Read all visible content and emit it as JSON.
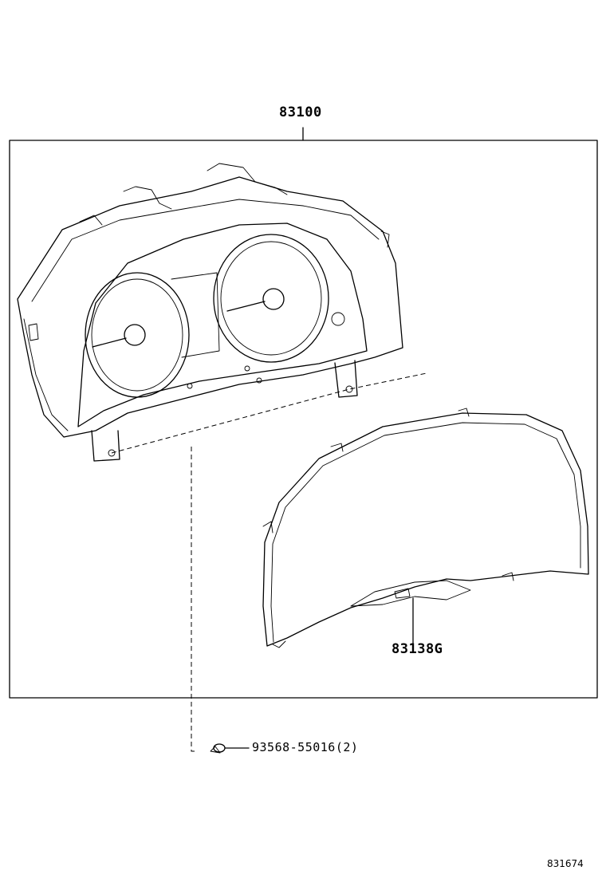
{
  "labels": {
    "assembly": "83100",
    "glass": "83138G",
    "screw": "93568-55016(2)",
    "illustration_id": "831674"
  },
  "parts": [
    {
      "part_no": "83100",
      "icon": "combination-meter-assembly-icon"
    },
    {
      "part_no": "83138G",
      "icon": "meter-glass-icon"
    },
    {
      "part_no": "93568-55016",
      "qty": "(2)",
      "icon": "screw-icon"
    }
  ]
}
